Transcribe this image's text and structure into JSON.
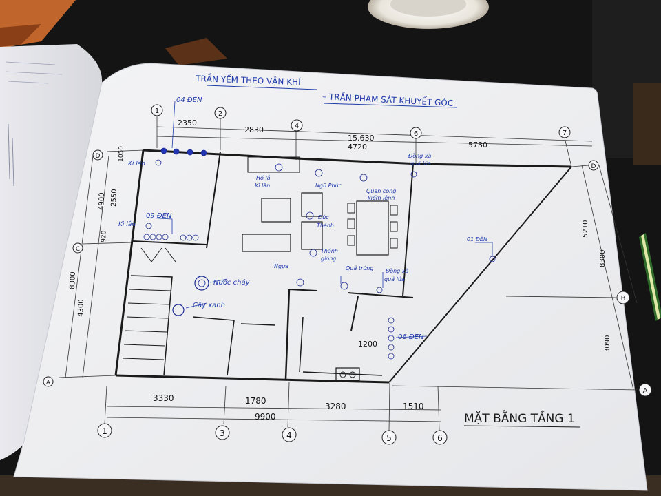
{
  "header": {
    "line1": "TRẦN YẾM THEO VẬN KHÍ",
    "line2": "– TRẦN PHẠM SÁT KHUYẾT GÓC"
  },
  "plan_title": "MẶT BẰNG TẦNG 1",
  "grid_axes": {
    "top": [
      "1",
      "2",
      "4",
      "6",
      "7"
    ],
    "bottom": [
      "1",
      "3",
      "4",
      "5",
      "6"
    ],
    "side": [
      "D",
      "C",
      "B",
      "A"
    ]
  },
  "dimensions": {
    "top_chain": [
      "2350",
      "2830",
      "4720",
      "5730"
    ],
    "top_total": "15.630",
    "bottom_chain": [
      "3330",
      "1780",
      "3280",
      "1510"
    ],
    "bottom_total": "9900",
    "left_chain": [
      "1050",
      "2550",
      "920",
      "4300"
    ],
    "left_totals": [
      "4900",
      "8300"
    ],
    "right_chain": [
      "5210",
      "3090"
    ],
    "right_total": "8300",
    "interior": "1200"
  },
  "annotations": {
    "lights_top": "04 ĐÈN",
    "lights_left": "09 ĐÈN",
    "lights_right_wall": "06 ĐÈN",
    "light_single": "01 ĐÈN",
    "ki_lan_1": "Kì lân",
    "ki_lan_2": "Kì lân",
    "ho_la": "Hổ lá",
    "ki_lan_3": "Kì lân",
    "ngu_phuc": "Ngũ Phúc",
    "quan_cong": "Quan công",
    "kiem_lenh": "kiếm lệnh",
    "duc_thanh": "Đức",
    "thanh": "Thánh",
    "thanh_giong_1": "Thánh",
    "thanh_giong_2": "gióng",
    "nguu": "Ngựa",
    "qua_trung": "Quả trứng",
    "dong_xa_1a": "Đồng xà",
    "dong_xa_1b": "quả lửa",
    "dong_xa_2a": "Đồng xà",
    "dong_xa_2b": "quả lửa",
    "nuoc_chay": "Nước chảy",
    "cay_xanh": "Cây xanh"
  }
}
